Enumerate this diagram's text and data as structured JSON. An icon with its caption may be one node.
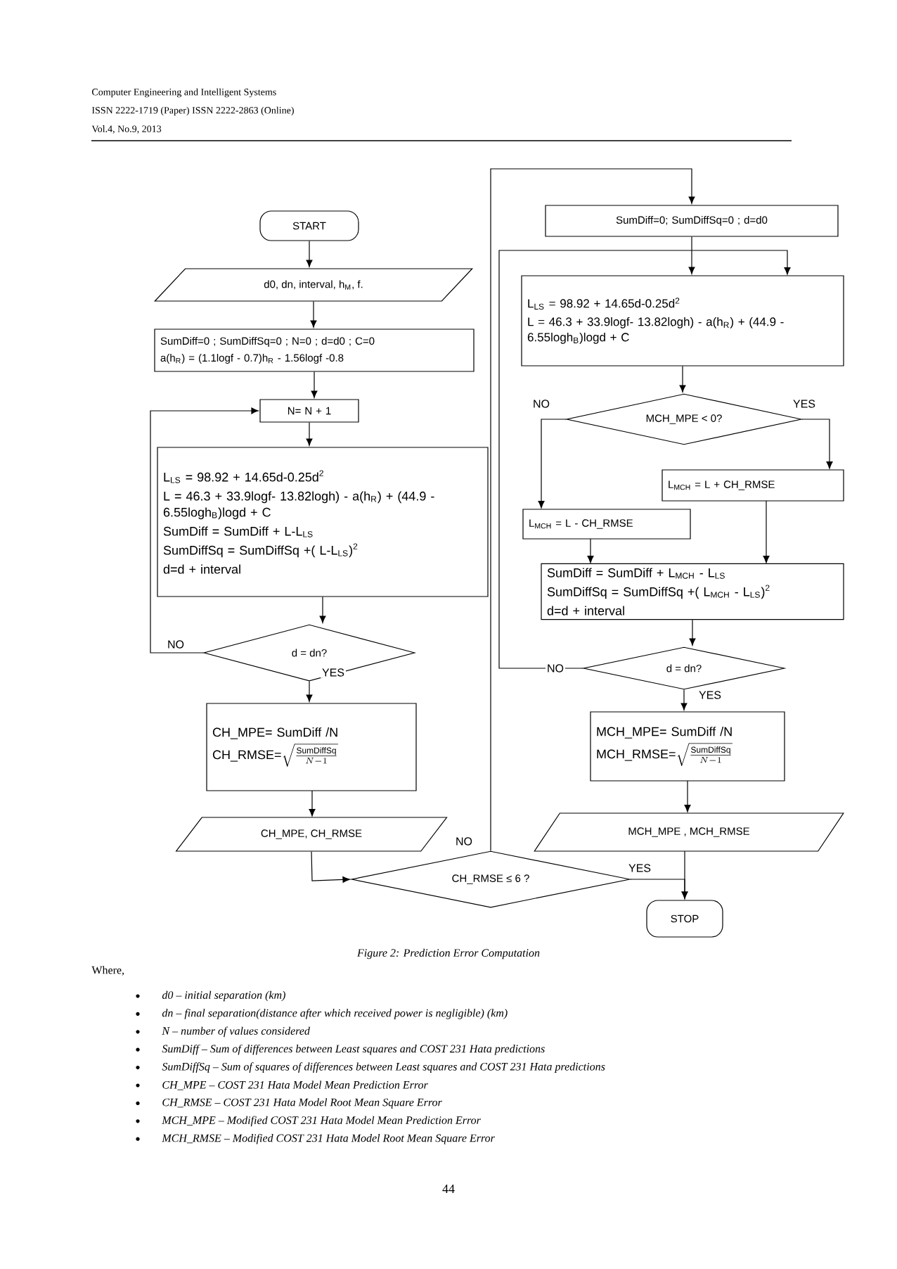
{
  "diagram": {
    "caption": "Figure 2: Prediction Error Computation",
    "nodes": [
      {
        "text": [
          "START"
        ]
      },
      {
        "text": [
          "d0, dn, interval, h$_{M}$, f."
        ]
      },
      {
        "text": [
          "SumDiff=0 ; SumDiffSq=0 ; N=0 ; d=d0 ; C=0",
          "a(h$_{R}$) = (1.1logf - 0.7)h$_{R}$ - 1.56logf -0.8"
        ]
      },
      {
        "text": [
          "N= N + 1"
        ]
      },
      {
        "text": [
          "L$_{LS}$ = 98.92 + 14.65d-0.25d$^{2}$",
          "L = 46.3 + 33.9logf- 13.82logh) - a(h$_{R}$) + (44.9 - 6.55logh$_{B}$)logd + C",
          "SumDiff = SumDiff + L-L$_{LS}$",
          "SumDiffSq = SumDiffSq +( L-L$_{LS}$)$^{2}$",
          "d=d + interval"
        ]
      },
      {
        "text": [
          "d = dn?"
        ]
      },
      {
        "text": [
          "CH_MPE= SumDiff /N",
          "\\text{CH\\_RMSE=}\\sqrt{\\frac{\\text{SumDiffSq}}{N-1}}"
        ]
      },
      {
        "text": [
          "CH_MPE, CH_RMSE"
        ]
      },
      {
        "text": [
          "CH_RMSE ≤ 6 ?"
        ]
      },
      {
        "text": [
          "SumDiff=0; SumDiffSq=0 ; d=d0"
        ]
      },
      {
        "text": [
          "L$_{LS}$ = 98.92 + 14.65d-0.25d$^{2}$",
          "L = 46.3 + 33.9logf- 13.82logh) - a(h$_{R}$) + (44.9 - 6.55logh$_{B}$)logd + C"
        ]
      },
      {
        "text": [
          "MCH_MPE < 0?"
        ]
      },
      {
        "text": [
          "L$_{MCH}$ = L + CH_RMSE"
        ]
      },
      {
        "text": [
          "L$_{MCH}$ = L - CH_RMSE"
        ]
      },
      {
        "text": [
          "SumDiff = SumDiff + L$_{MCH}$ - L$_{LS}$",
          "SumDiffSq = SumDiffSq +( L$_{MCH}$ - L$_{LS}$)$^{2}$",
          "d=d + interval"
        ]
      },
      {
        "text": [
          "d = dn?"
        ]
      },
      {
        "text": [
          "MCH_MPE= SumDiff /N",
          "\\text{MCH\\_RMSE=}\\sqrt{\\frac{\\text{SumDiffSq}}{N-1}}"
        ]
      },
      {
        "text": [
          "MCH_MPE , MCH_RMSE"
        ]
      },
      {
        "text": [
          "STOP"
        ]
      }
    ],
    "edges": [
      {
        "from": 0,
        "to": 1,
        "arrow": "to"
      },
      {
        "from": 1,
        "to": 2,
        "arrow": "to"
      },
      {
        "from": 2,
        "to": 3,
        "arrow": "to"
      },
      {
        "from": 3,
        "to": 4,
        "arrow": "to"
      },
      {
        "from": 4,
        "to": 5,
        "arrow": "to"
      },
      {
        "from": 5,
        "to": 3,
        "arrow": "to",
        "label": "NO"
      },
      {
        "from": 5,
        "to": 6,
        "arrow": "to",
        "label": "YES"
      },
      {
        "from": 6,
        "to": 7,
        "arrow": "to"
      },
      {
        "from": 7,
        "to": 8,
        "arrow": "to"
      },
      {
        "from": 8,
        "to": 9,
        "arrow": "to",
        "label": "NO"
      },
      {
        "from": 8,
        "to": 18,
        "arrow": "to",
        "label": "YES"
      },
      {
        "from": 9,
        "to": 10,
        "arrow": "to"
      },
      {
        "from": 10,
        "to": 11,
        "arrow": "to"
      },
      {
        "from": 11,
        "to": 13,
        "arrow": "to",
        "label": "NO"
      },
      {
        "from": 11,
        "to": 12,
        "arrow": "to",
        "label": "YES"
      },
      {
        "from": 12,
        "to": 14,
        "arrow": "to"
      },
      {
        "from": 13,
        "to": 14,
        "arrow": "to"
      },
      {
        "from": 14,
        "to": 15,
        "arrow": "to"
      },
      {
        "from": 15,
        "to": 10,
        "arrow": "to",
        "label": "NO"
      },
      {
        "from": 15,
        "to": 16,
        "arrow": "to",
        "label": "YES"
      },
      {
        "from": 16,
        "to": 17,
        "arrow": "to"
      },
      {
        "from": 17,
        "to": 18,
        "arrow": "to"
      }
    ],
    "labels": [
      "Computer Engineering and Intelligent Systems",
      "ISSN 2222-1719 (Paper) ISSN 2222-2863 (Online)",
      "Vol.4, No.9, 2013",
      "Where,",
      "d0 – initial separation (km)",
      "dn – final separation(distance after which received power is negligible) (km)",
      "N – number of values considered",
      "SumDiff – Sum of differences between Least squares and COST 231 Hata predictions",
      "SumDiffSq – Sum of squares of differences between Least squares and COST 231 Hata predictions",
      "CH_MPE – COST 231 Hata Model Mean Prediction Error",
      "CH_RMSE – COST 231 Hata Model Root Mean Square Error",
      "MCH_MPE – Modified COST 231 Hata Model Mean Prediction Error",
      "MCH_RMSE – Modified COST 231 Hata Model Root Mean Square Error",
      "44"
    ]
  }
}
